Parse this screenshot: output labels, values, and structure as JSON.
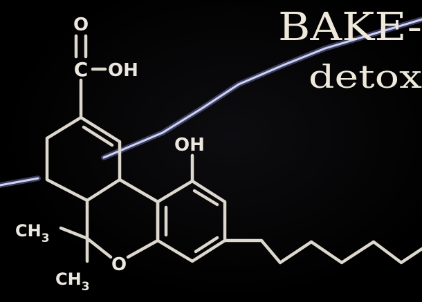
{
  "heading": {
    "line1": "BAKE-",
    "line2": "detox"
  },
  "atoms": {
    "carbonyl_o": "O",
    "carboxyl_c": "C",
    "carboxyl_oh": "OH",
    "phenol_oh": "OH",
    "ring_o": "O",
    "methyl_1": "CH",
    "methyl_1_sub": "3",
    "methyl_2": "CH",
    "methyl_2_sub": "3"
  },
  "colors": {
    "background": "#000000",
    "bonds": "#ddd8ce",
    "streak": "#9aa0e0",
    "text": "#efe9dc"
  }
}
